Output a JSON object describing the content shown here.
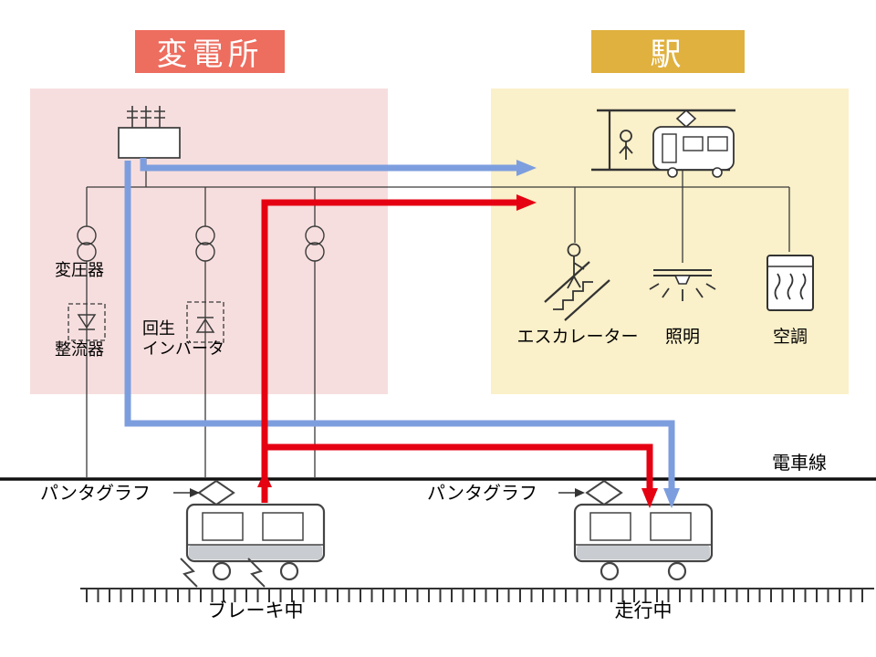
{
  "titles": {
    "substation": "変電所",
    "station": "駅"
  },
  "substation": {
    "transformer": "変圧器",
    "rectifier": "整流器",
    "inverter": "回生\nインバータ"
  },
  "station_loads": {
    "escalator": "エスカレーター",
    "lighting": "照明",
    "aircon": "空調"
  },
  "track": {
    "catenary": "電車線",
    "pantograph_left": "パンタグラフ",
    "pantograph_right": "パンタグラフ",
    "train_left_status": "ブレーキ中",
    "train_right_status": "走行中"
  },
  "colors": {
    "regen_red": "#e50012",
    "supply_blue": "#7d9ede",
    "substation_bg": "#f7dede",
    "station_bg": "#faf0c9",
    "substation_title_bg": "#ed6d5f",
    "station_title_bg": "#e0b13f",
    "line_black": "#333333"
  }
}
